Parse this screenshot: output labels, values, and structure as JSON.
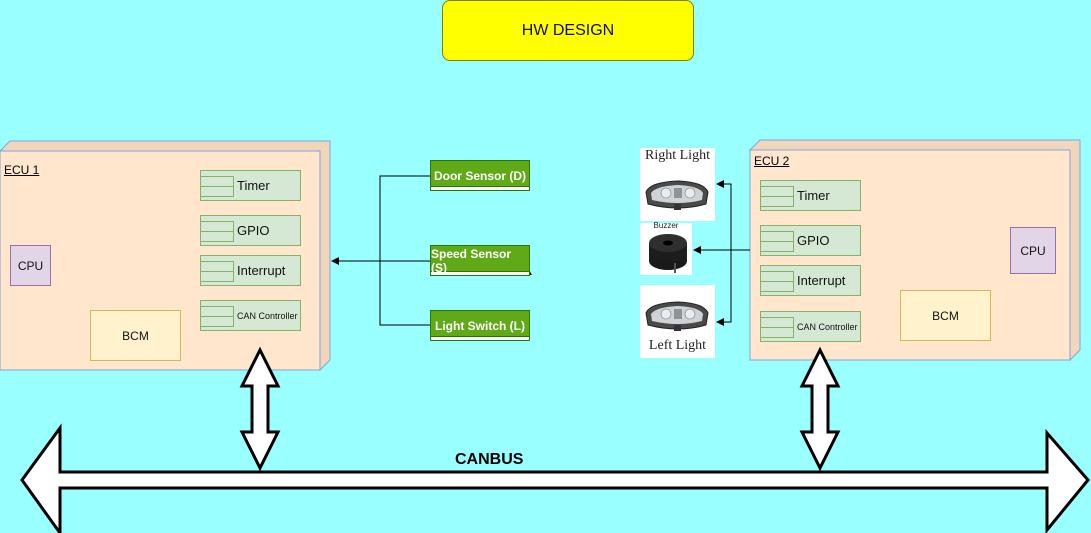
{
  "title": "HW DESIGN",
  "ecu1": {
    "label": "ECU 1",
    "cpu": "CPU",
    "bcm": "BCM",
    "components": [
      "Timer",
      "GPIO",
      "Interrupt",
      "CAN Controller"
    ]
  },
  "ecu2": {
    "label": "ECU 2",
    "cpu": "CPU",
    "bcm": "BCM",
    "components": [
      "Timer",
      "GPIO",
      "Interrupt",
      "CAN Controller"
    ]
  },
  "sensors": [
    "Door Sensor (D)",
    "Speed Sensor (S)",
    "Light Switch (L)"
  ],
  "outputs": {
    "right_light": "Right Light",
    "buzzer": "Buzzer",
    "left_light": "Left Light"
  },
  "bus": {
    "label": "CANBUS"
  },
  "colors": {
    "background": "#99ffff",
    "title_fill": "#ffff00",
    "ecu_fill": "#ffe6cc",
    "ecu_border": "#7ea6e0",
    "component_fill": "#d5e8d4",
    "cpu_fill": "#e1d5e7",
    "bcm_fill": "#fff2cc",
    "sensor_fill": "#60a917"
  }
}
